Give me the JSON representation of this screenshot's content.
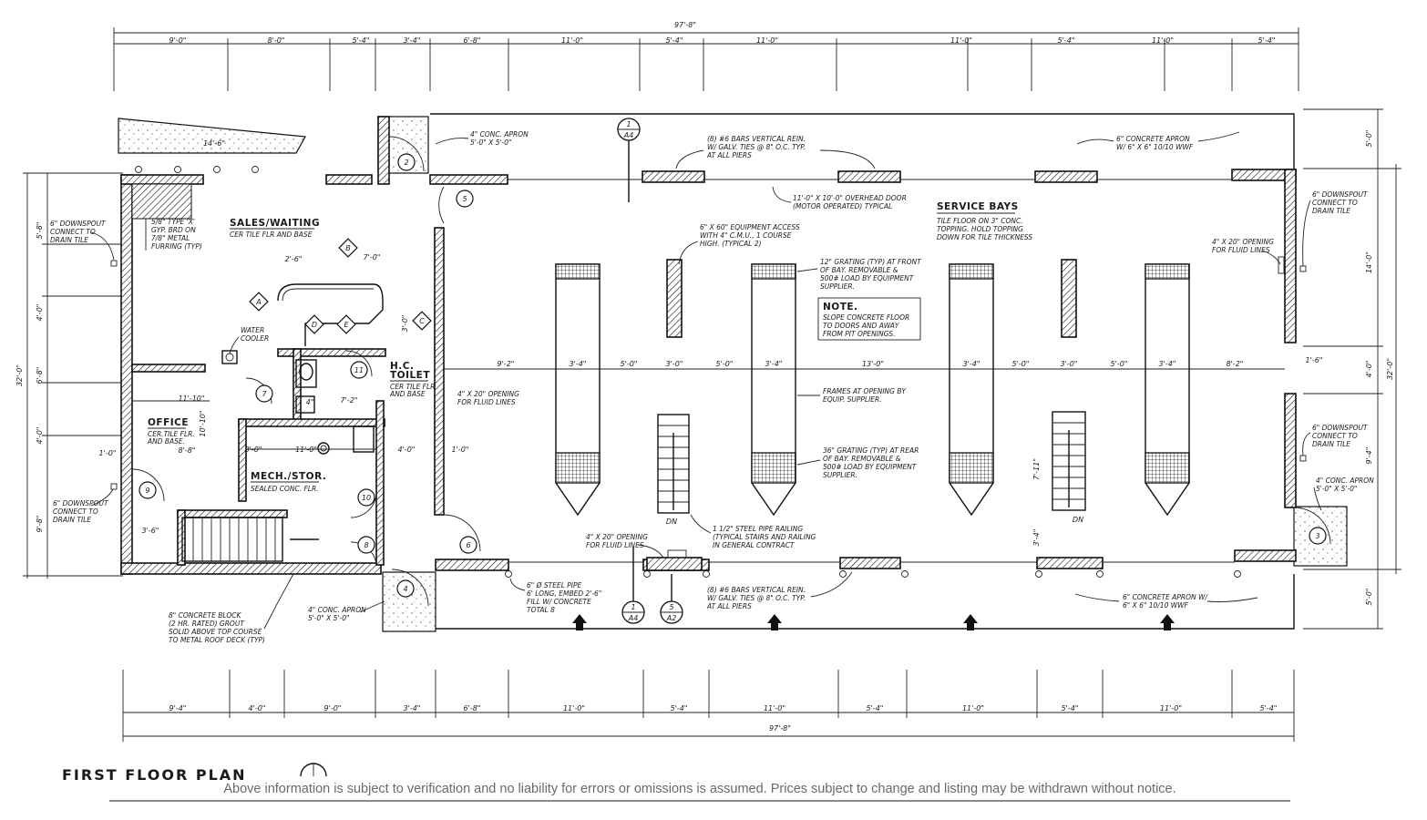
{
  "rooms": {
    "sales": "SALES/WAITING",
    "sales_sub": "CER TILE FLR AND BASE",
    "office": "OFFICE",
    "office_sub1": "CER.TILE FLR.",
    "office_sub2": "AND BASE.",
    "mech": "MECH./STOR.",
    "mech_sub": "SEALED CONC. FLR.",
    "toilet1": "H.C.",
    "toilet2": "TOILET",
    "toilet_sub1": "CER TILE FLR",
    "toilet_sub2": "AND BASE",
    "service": "SERVICE BAYS",
    "service_sub1": "TILE FLOOR ON 3\" CONC.",
    "service_sub2": "TOPPING. HOLD TOPPING",
    "service_sub3": "DOWN FOR TILE THICKNESS"
  },
  "title": "FIRST FLOOR PLAN",
  "overall_dim": "97'-8\"",
  "side_dim": "32'-0\"",
  "top_dims": [
    "9'-0\"",
    "8'-0\"",
    "5'-4\"",
    "3'-4\"",
    "6'-8\"",
    "11'-0\"",
    "5'-4\"",
    "11'-0\"",
    "11'-0\"",
    "5'-4\"",
    "11'-0\"",
    "5'-4\""
  ],
  "bottom_dims": [
    "9'-4\"",
    "4'-0\"",
    "9'-0\"",
    "3'-4\"",
    "6'-8\"",
    "11'-0\"",
    "5'-4\"",
    "11'-0\"",
    "5'-4\"",
    "11'-0\"",
    "5'-4\"",
    "11'-0\"",
    "5'-4\""
  ],
  "left_dims": [
    "5'-8\"",
    "4'-0\"",
    "6'-8\"",
    "4'-0\"",
    "9'-8\""
  ],
  "right_dims": [
    "5'-0\"",
    "14'-0\"",
    "4'-0\"",
    "9'-4\"",
    "5'-0\""
  ],
  "bay_dims": [
    "9'-2\"",
    "3'-4\"",
    "5'-0\"",
    "3'-0\"",
    "5'-0\"",
    "3'-4\"",
    "13'-0\"",
    "3'-4\"",
    "5'-0\"",
    "3'-0\"",
    "5'-0\"",
    "3'-4\"",
    "8'-2\""
  ],
  "misc_dims": {
    "d14": "14'-6\"",
    "d11_10": "11'-10\"",
    "d8_8": "8'-8\"",
    "d10_10": "10'-10\"",
    "d1_0a": "1'-0\"",
    "d3_6": "3'-6\"",
    "d11_0": "11'-0\"",
    "d8_0": "8'-0\"",
    "d4_0": "4'-0\"",
    "d1_0b": "1'-0\"",
    "d2_6": "2'-6\"",
    "d7_0": "7'-0\"",
    "d3_0": "3'-0\"",
    "d7_2": "7'-2\"",
    "d4": "4\"",
    "d7_11": "7'-11\"",
    "d3_4": "3'-4\"",
    "d1_6": "1'-6\""
  },
  "notes": {
    "apron_top": [
      "4\" CONC. APRON",
      "5'-0\" X 5'-0\""
    ],
    "bars_top": [
      "(8) #6 BARS VERTICAL REIN.",
      "W/ GALV. TIES @ 8\" O.C. TYP.",
      "AT ALL PIERS"
    ],
    "apron_right_top": [
      "6\" CONCRETE APRON",
      "W/ 6\" X 6\" 10/10 WWF"
    ],
    "door_note": [
      "11'-0\" X 10'-0\" OVERHEAD DOOR",
      "(MOTOR OPERATED) TYPICAL"
    ],
    "downspout_right1": [
      "6\" DOWNSPOUT",
      "CONNECT TO",
      "DRAIN TILE"
    ],
    "downspout_left1": [
      "6\" DOWNSPOUT",
      "CONNECT TO",
      "DRAIN TILE"
    ],
    "gyp": [
      "5/8\" TYPE 'X'",
      "GYP. BRD ON",
      "7/8\" METAL",
      "FURRING (TYP)"
    ],
    "equip_access": [
      "6\" X 60\" EQUIPMENT ACCESS",
      "WITH 4\" C.M.U., 1 COURSE",
      "HIGH. (TYPICAL 2)"
    ],
    "grating_front": [
      "12\" GRATING (TYP) AT FRONT",
      "OF BAY. REMOVABLE &",
      "500# LOAD BY EQUIPMENT",
      "SUPPLIER."
    ],
    "note_hdr": "NOTE.",
    "note_body": [
      "SLOPE CONCRETE FLOOR",
      "TO DOORS AND AWAY",
      "FROM PIT OPENINGS."
    ],
    "fluid_right": [
      "4\" X 20\" OPENING",
      "FOR FLUID LINES"
    ],
    "water": [
      "WATER",
      "COOLER"
    ],
    "fluid_center": [
      "4\" X 20\" OPENING",
      "FOR FLUID LINES"
    ],
    "frames": [
      "FRAMES AT OPENING BY",
      "EQUIP. SUPPLIER."
    ],
    "grating_rear": [
      "36\" GRATING (TYP) AT REAR",
      "OF BAY. REMOVABLE &",
      "500# LOAD BY EQUIPMENT",
      "SUPPLIER."
    ],
    "downspout_left2": [
      "6\" DOWNSPOUT",
      "CONNECT TO",
      "DRAIN TILE"
    ],
    "downspout_right2": [
      "6\" DOWNSPOUT",
      "CONNECT TO",
      "DRAIN TILE"
    ],
    "apron_right_mid": [
      "4\" CONC. APRON",
      "5'-0\" X 5'-0\""
    ],
    "fluid_bottom": [
      "4\" X 20\" OPENING",
      "FOR FLUID LINES"
    ],
    "railing": [
      "1 1/2\" STEEL PIPE RAILING",
      "(TYPICAL STAIRS AND RAILING",
      "IN GENERAL CONTRACT"
    ],
    "steel_pipe": [
      "6\" Ø STEEL PIPE",
      "6' LONG, EMBED 2'-6\"",
      "FILL W/ CONCRETE",
      "TOTAL 8"
    ],
    "bars_bottom": [
      "(8) #6 BARS VERTICAL REIN.",
      "W/ GALV. TIES @ 8\" O.C. TYP.",
      "AT ALL PIERS"
    ],
    "apron_bottom_right": [
      "6\" CONCRETE APRON W/",
      "6\" X 6\" 10/10 WWF"
    ],
    "block": [
      "8\" CONCRETE BLOCK",
      "(2 HR. RATED) GROUT",
      "SOLID ABOVE TOP COURSE",
      "TO METAL ROOF DECK (TYP)"
    ],
    "apron_bottom_left": [
      "4\" CONC. APRON",
      "5'-0\" X 5'-0\""
    ]
  },
  "dn": [
    "DN",
    "DN"
  ],
  "door_tags": [
    "2",
    "5",
    "7",
    "11",
    "9",
    "10",
    "8",
    "4",
    "6",
    "3"
  ],
  "equip_tags": [
    "A",
    "B",
    "C",
    "D",
    "E"
  ],
  "section_tags": [
    {
      "num": "1",
      "sheet": "A4"
    },
    {
      "num": "1",
      "sheet": "A4"
    },
    {
      "num": "5",
      "sheet": "A2"
    }
  ],
  "disclaimer": "Above information is subject to verification and no liability for errors or omissions is assumed. Prices subject to change and listing may be withdrawn without notice."
}
